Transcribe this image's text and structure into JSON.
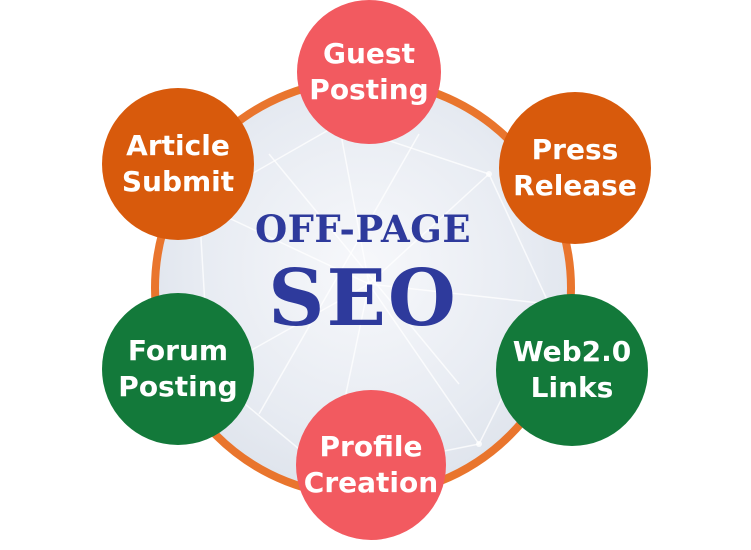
{
  "center": {
    "title": "OFF-PAGE",
    "main": "SEO"
  },
  "colors": {
    "ring": "#e9752d",
    "center_text": "#2e3a9c",
    "salmon": "#f25a60",
    "orange": "#d85a0c",
    "green": "#13793a"
  },
  "nodes": [
    {
      "id": "guest-posting",
      "line1": "Guest",
      "line2": "Posting",
      "color": "#f25a60"
    },
    {
      "id": "press-release",
      "line1": "Press",
      "line2": "Release",
      "color": "#d85a0c"
    },
    {
      "id": "web20-links",
      "line1": "Web2.0",
      "line2": "Links",
      "color": "#13793a"
    },
    {
      "id": "profile-creation",
      "line1": "Profile",
      "line2": "Creation",
      "color": "#f25a60"
    },
    {
      "id": "forum-posting",
      "line1": "Forum",
      "line2": "Posting",
      "color": "#13793a"
    },
    {
      "id": "article-submit",
      "line1": "Article",
      "line2": "Submit",
      "color": "#d85a0c"
    }
  ]
}
